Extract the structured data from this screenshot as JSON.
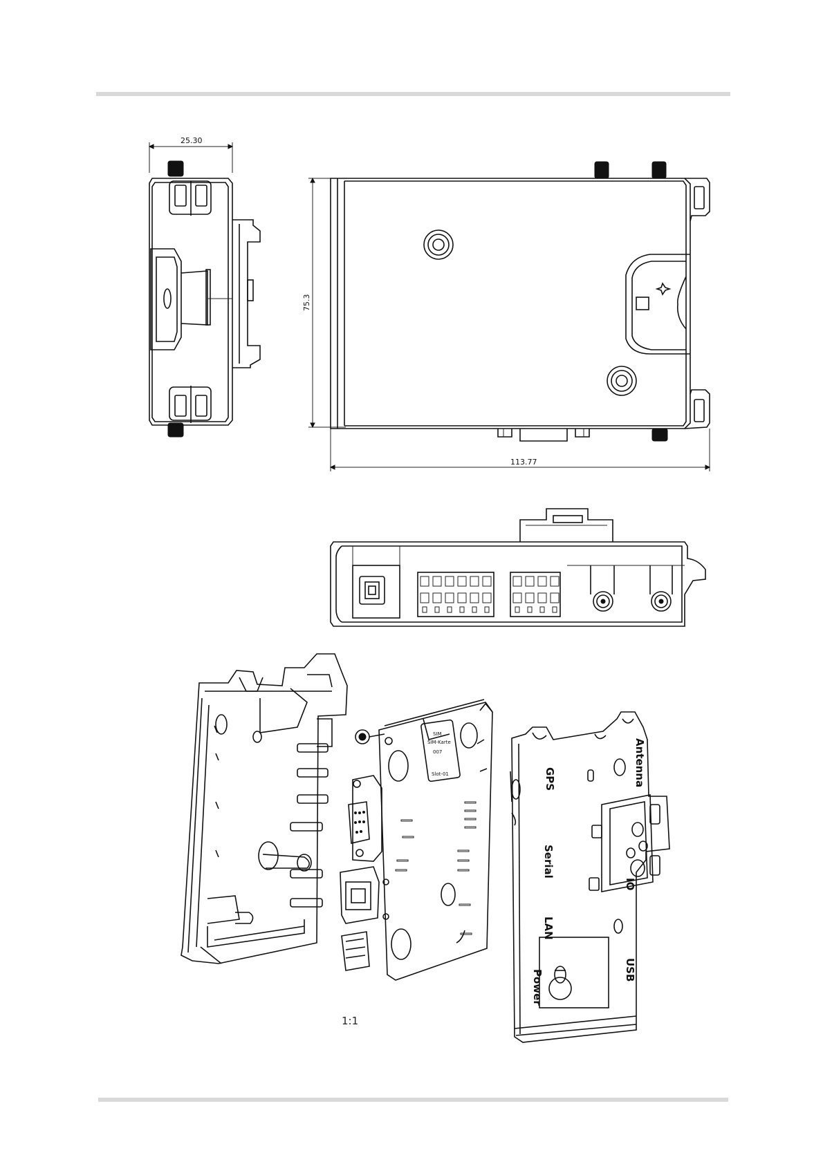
{
  "dimensions": {
    "side_width": "25.30",
    "front_height": "75.3",
    "front_width": "113.77"
  },
  "exploded_labels": {
    "antenna": "Antenna",
    "gps": "GPS",
    "serial": "Serial",
    "lan": "LAN",
    "power": "Power",
    "usb": "USB",
    "io": "IO"
  },
  "board_labels": {
    "sim_1": "SIM",
    "sim_2": "SIM-Karte",
    "sim_3": "007",
    "sim_4": "Slot-01"
  },
  "scale_note": "1:1"
}
